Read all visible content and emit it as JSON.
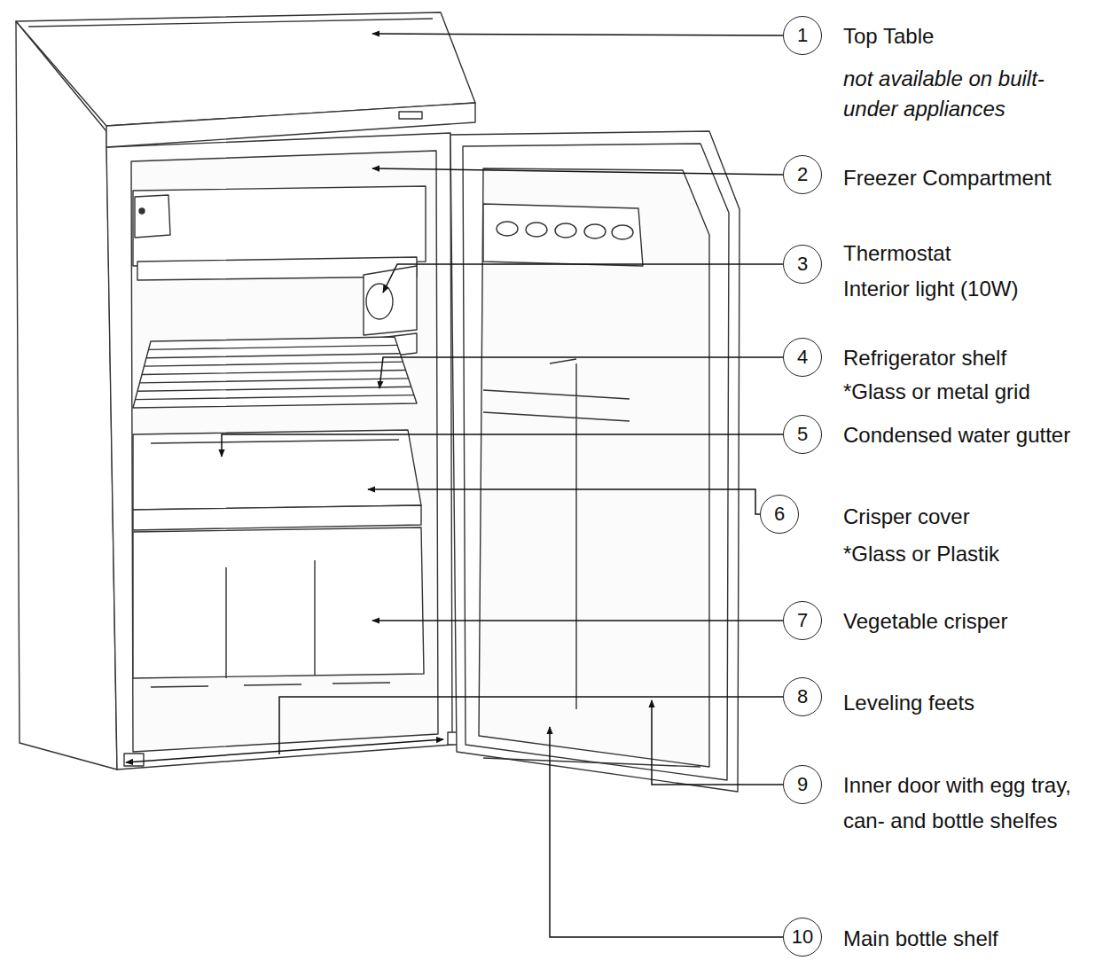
{
  "diagram": {
    "nodes": [
      {
        "text": [
          "1",
          "Top Table",
          "not available on built-under appliances"
        ]
      },
      {
        "text": [
          "2",
          "Freezer Compartment"
        ]
      },
      {
        "text": [
          "3",
          "Thermostat",
          "Interior light (10W)"
        ]
      },
      {
        "text": [
          "4",
          "Refrigerator shelf",
          "*Glass or metal grid"
        ]
      },
      {
        "text": [
          "5",
          "Condensed water gutter"
        ]
      },
      {
        "text": [
          "6",
          "Crisper cover",
          "*Glass or Plastik"
        ]
      },
      {
        "text": [
          "7",
          "Vegetable crisper"
        ]
      },
      {
        "text": [
          "8",
          "Leveling feets"
        ]
      },
      {
        "text": [
          "9",
          "Inner door with egg tray, can- and bottle shelfes"
        ]
      },
      {
        "text": [
          "10",
          "Main bottle shelf"
        ]
      }
    ]
  }
}
